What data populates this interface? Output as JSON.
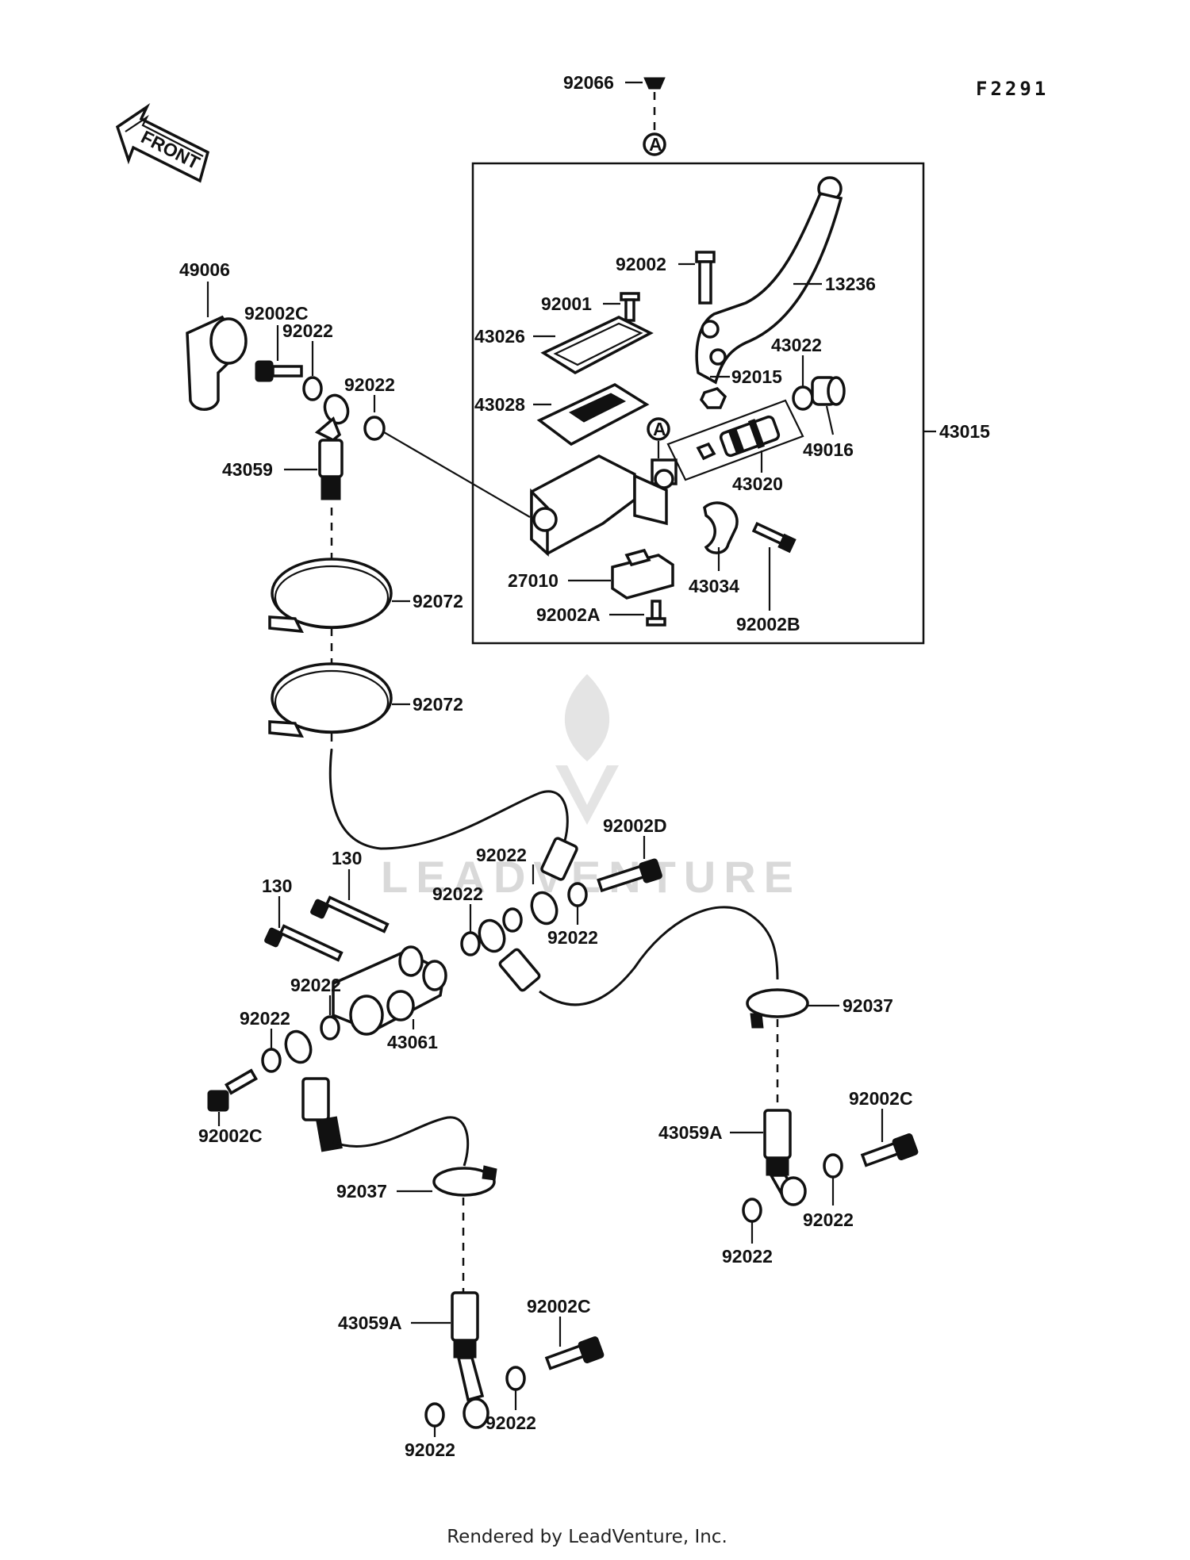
{
  "reference_code": "F2291",
  "front_label": "FRONT",
  "watermark_text": "LEADVENTURE",
  "footer_text": "Rendered by LeadVenture, Inc.",
  "callout_letter": "A",
  "colors": {
    "line": "#111111",
    "background": "#ffffff",
    "watermark": "#d9d9d9"
  },
  "parts": {
    "p92066": "92066",
    "p49006": "49006",
    "p92002C_top": "92002C",
    "p92022_a": "92022",
    "p92022_b": "92022",
    "p43059": "43059",
    "p92072_a": "92072",
    "p92072_b": "92072",
    "p92002": "92002",
    "p13236": "13236",
    "p92001": "92001",
    "p43026": "43026",
    "p43028": "43028",
    "p43022": "43022",
    "p92015": "92015",
    "p43015": "43015",
    "p49016": "49016",
    "p43020": "43020",
    "p27010": "27010",
    "p43034": "43034",
    "p92002A": "92002A",
    "p92002B": "92002B",
    "p92002D": "92002D",
    "p92022_c": "92022",
    "p130_a": "130",
    "p92022_d": "92022",
    "p92022_e": "92022",
    "p130_b": "130",
    "p92022_f": "92022",
    "p92022_g": "92022",
    "p43061": "43061",
    "p92037_a": "92037",
    "p92002C_mid": "92002C",
    "p92002C_right": "92002C",
    "p43059A_right": "43059A",
    "p92037_b": "92037",
    "p92022_h": "92022",
    "p92022_i": "92022",
    "p43059A_bottom": "43059A",
    "p92002C_bottom": "92002C",
    "p92022_j": "92022",
    "p92022_k": "92022"
  }
}
